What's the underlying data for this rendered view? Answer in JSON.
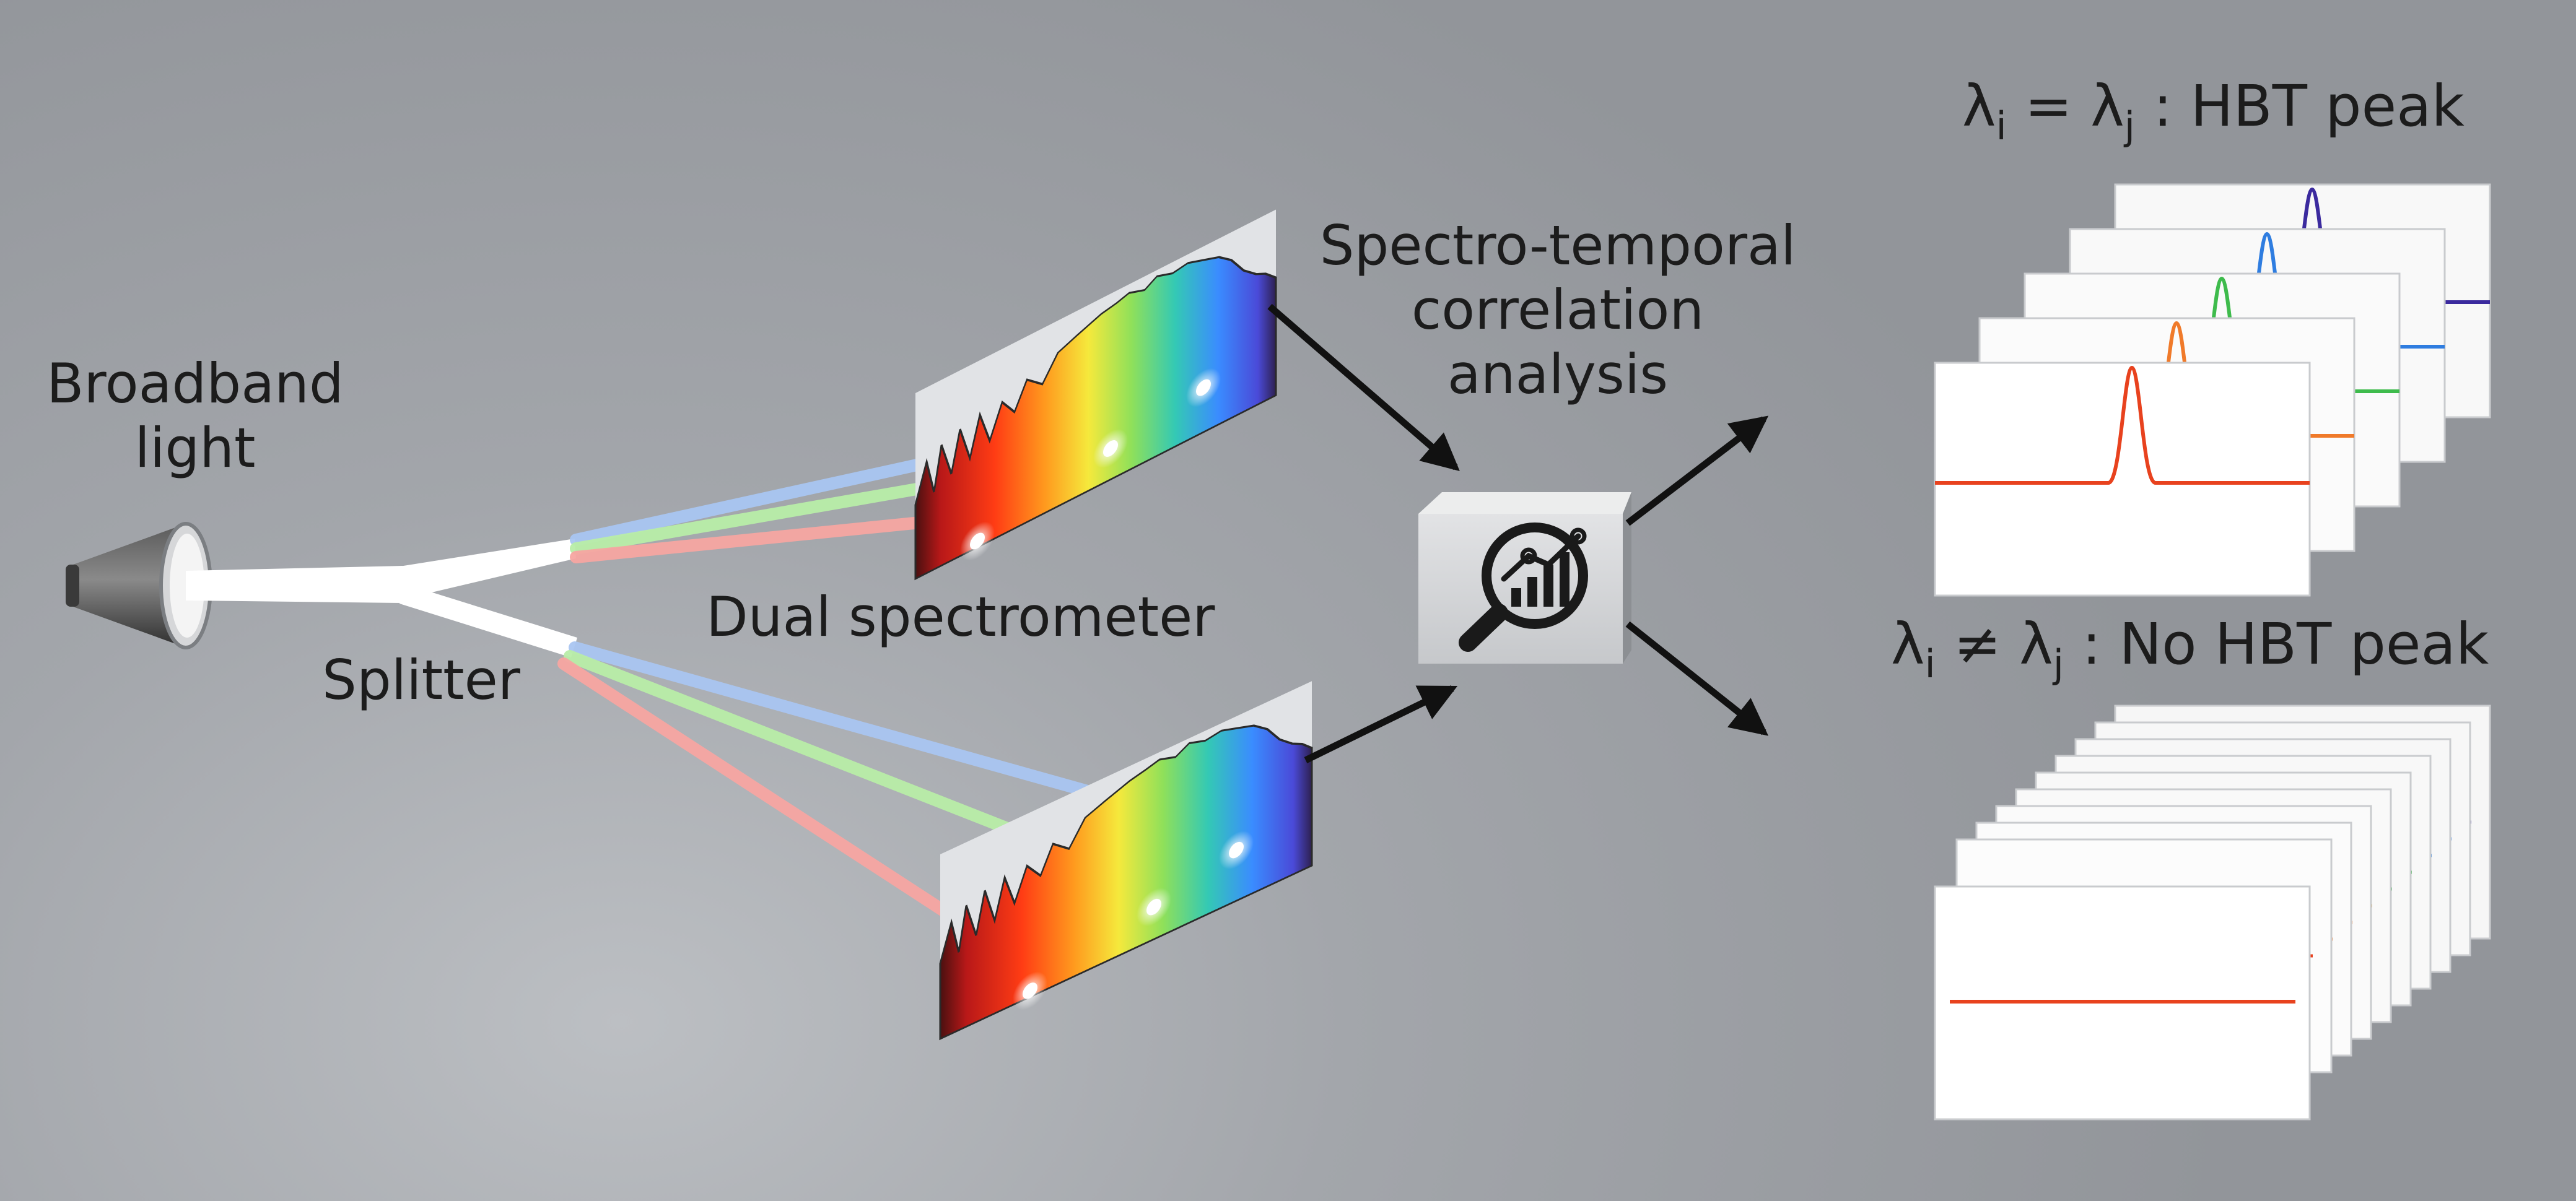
{
  "labels": {
    "broadband": [
      "Broadband",
      "light"
    ],
    "splitter": "Splitter",
    "dual_spectrometer": "Dual spectrometer",
    "analysis": [
      "Spectro-temporal",
      "correlation",
      "analysis"
    ]
  },
  "titles": {
    "same": {
      "lambda": "λ",
      "sub_i": "i",
      "eq": " = ",
      "sub_j": "j",
      "text": " : HBT peak"
    },
    "diff": {
      "lambda": "λ",
      "sub_i": "i",
      "neq": " ≠ ",
      "sub_j": "j",
      "text": " : No HBT peak"
    }
  },
  "beams": [
    {
      "name": "blue",
      "color": "#a9c6f2"
    },
    {
      "name": "green",
      "color": "#b9eea8"
    },
    {
      "name": "red",
      "color": "#f7a6a2"
    }
  ],
  "hbt_stack": {
    "series": [
      {
        "color": "#e8421e",
        "peak_position": 0.5
      },
      {
        "color": "#f07a2a",
        "peak_position": 0.5
      },
      {
        "color": "#3ebb4c",
        "peak_position": 0.5
      },
      {
        "color": "#2f7de0",
        "peak_position": 0.5
      },
      {
        "color": "#3b2a9e",
        "peak_position": 0.5
      }
    ]
  },
  "no_hbt_stack": {
    "panel_count": 10,
    "line_colors": [
      "#e8421e",
      "#f07a2a",
      "#e8a43b",
      "#3ebb4c",
      "#2f7de0",
      "#3b2a9e"
    ]
  },
  "colors": {
    "arrow": "#111111",
    "cone": "#4a4a4a",
    "box": "#cfd1d4"
  }
}
